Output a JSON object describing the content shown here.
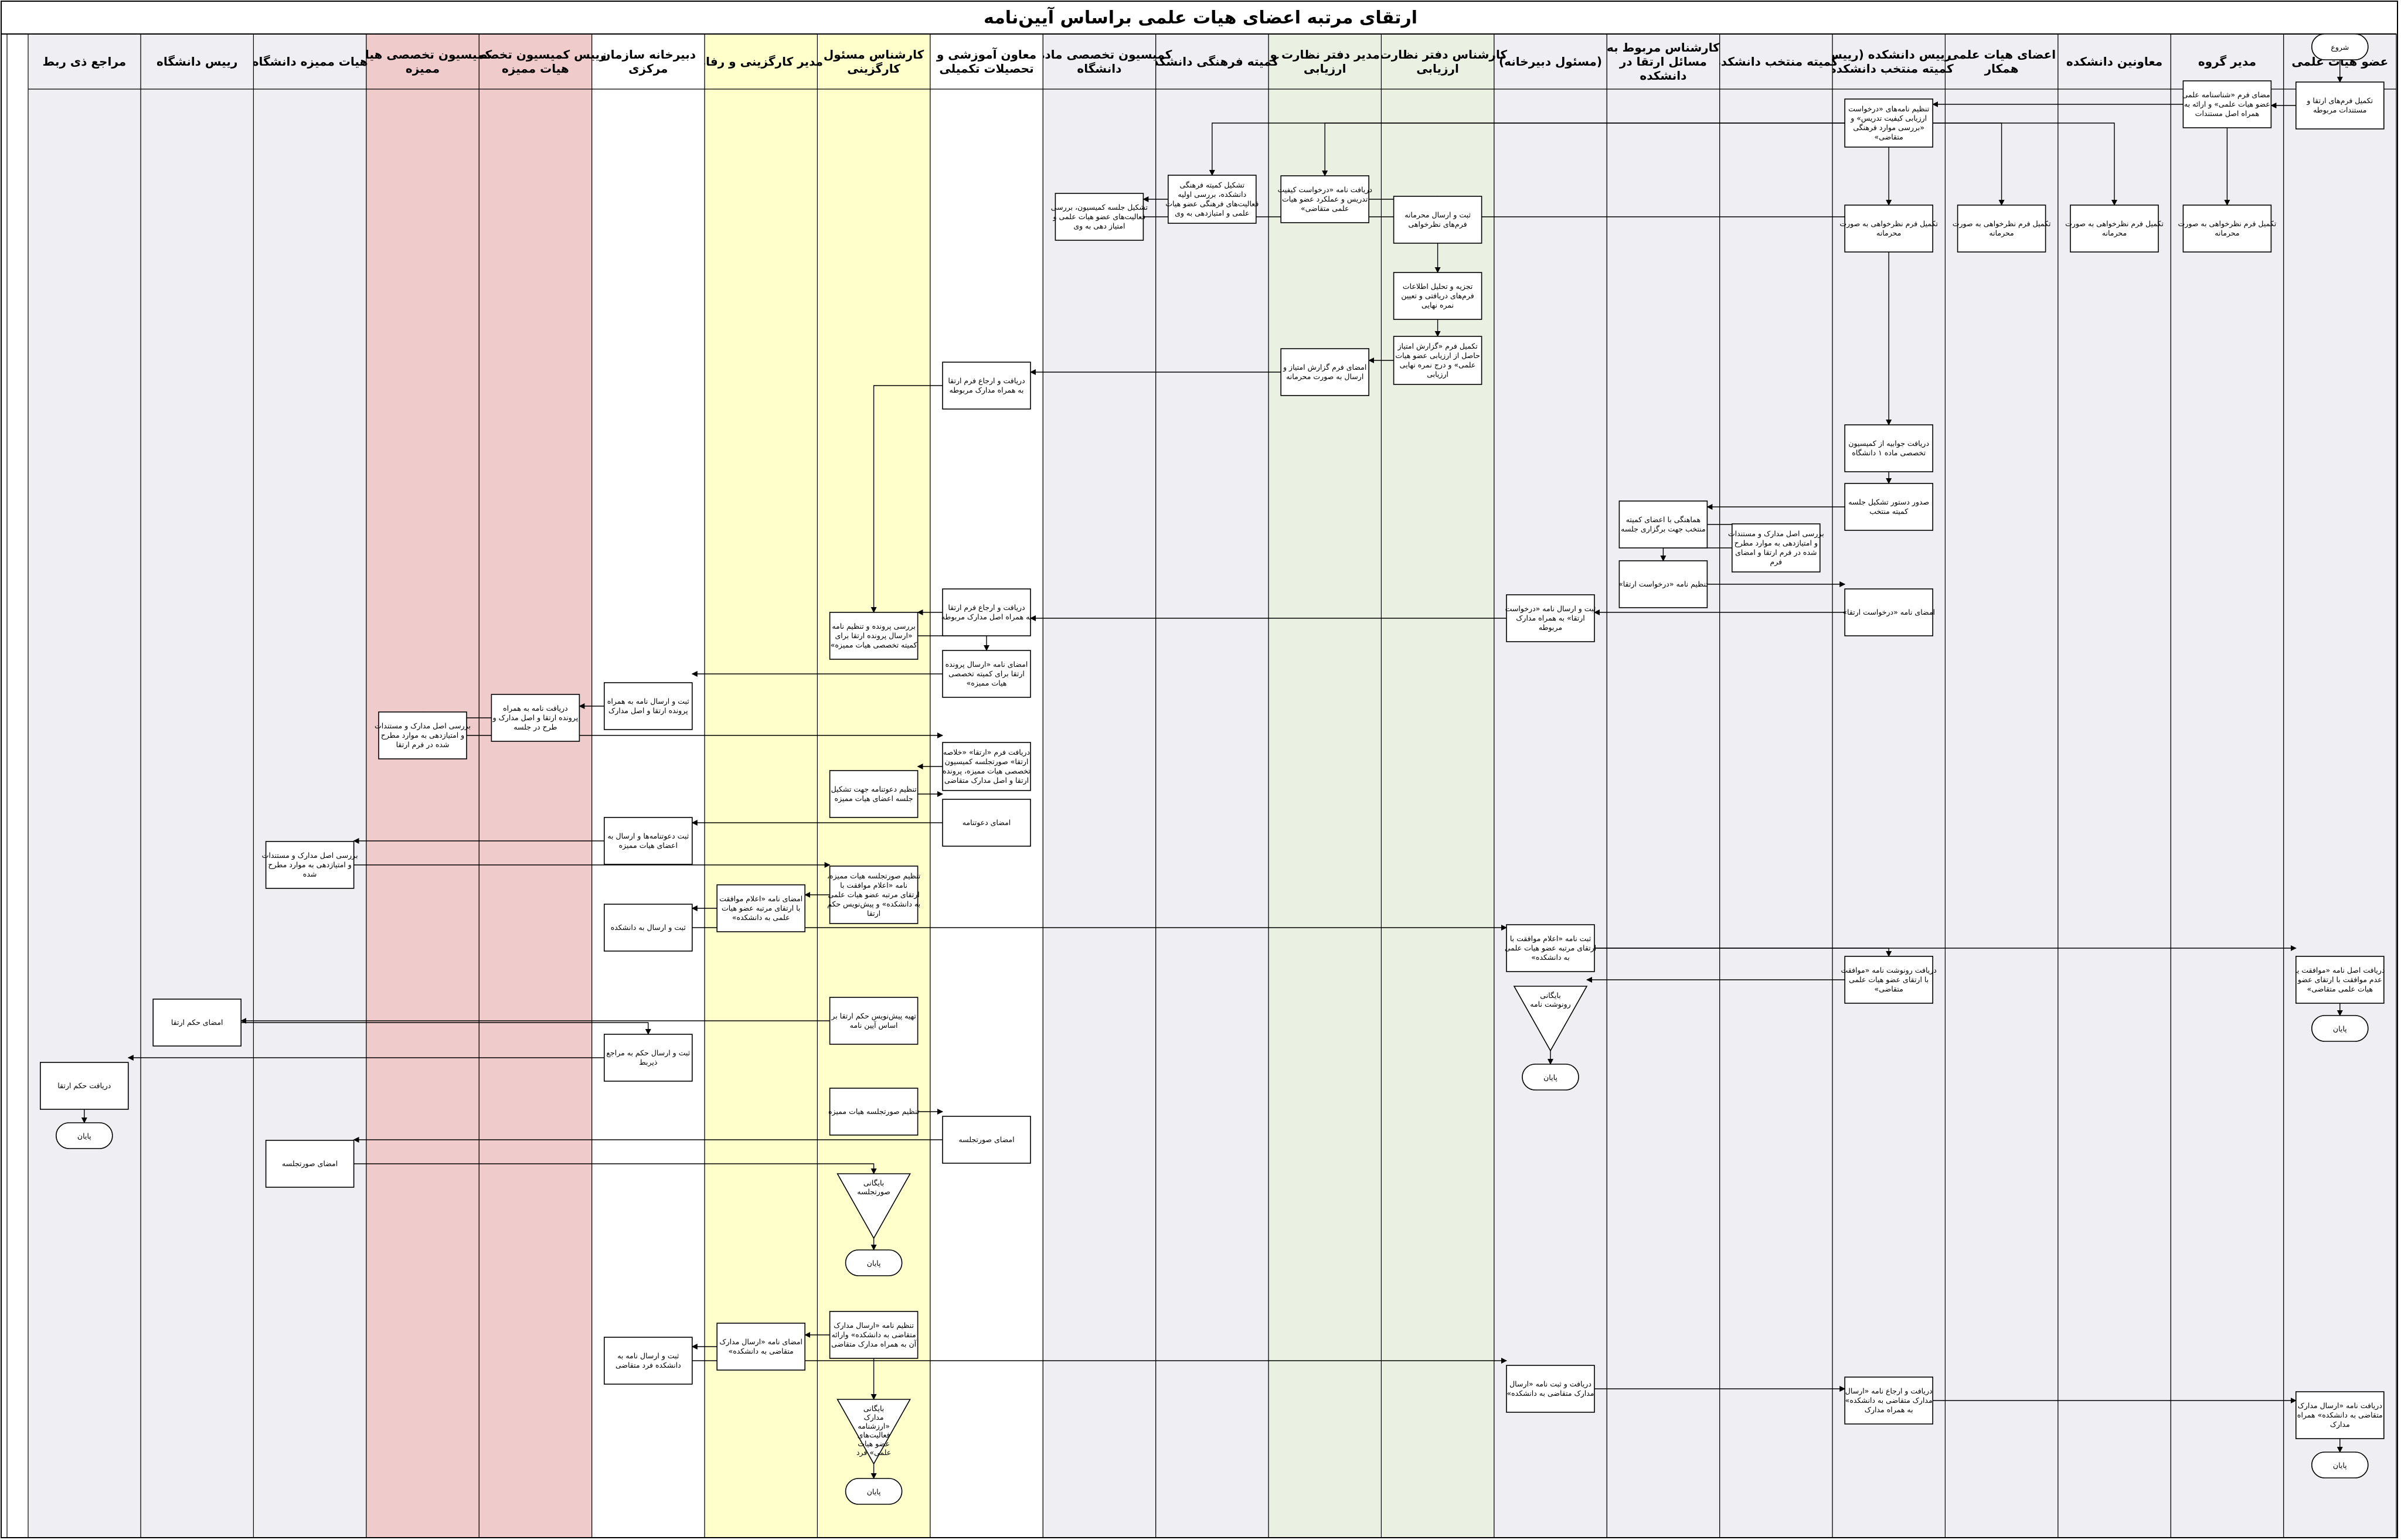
{
  "title": "ارتقای مرتبه اعضای هیات علمی براساس آیین‌نامه",
  "colors": {
    "lane_gray": "#efeef2",
    "lane_white": "#ffffff",
    "lane_green": "#ebf1e2",
    "lane_yellow": "#ffffcc",
    "lane_pink": "#efcccb",
    "line": "#000000"
  },
  "lanes": [
    {
      "key": "L1",
      "label": "عضو هیات علمی",
      "color": "lane_gray"
    },
    {
      "key": "L2",
      "label": "مدیر گروه",
      "color": "lane_gray"
    },
    {
      "key": "L3",
      "label": "معاونین دانشکده",
      "color": "lane_gray"
    },
    {
      "key": "L4",
      "label": "اعضای هیات علمی همکار",
      "color": "lane_gray"
    },
    {
      "key": "L5",
      "label": "رییس دانشکده (رییس کمیته منتخب دانشکده)",
      "color": "lane_gray"
    },
    {
      "key": "L6",
      "label": "کمیته منتخب دانشکده",
      "color": "lane_gray"
    },
    {
      "key": "L7",
      "label": "کارشناس مربوط به مسائل ارتقا در دانشکده",
      "color": "lane_gray"
    },
    {
      "key": "L8",
      "label": "(مسئول دبیرخانه)",
      "color": "lane_gray"
    },
    {
      "key": "L9",
      "label": "کارشناس دفتر نظارت و ارزیابی",
      "color": "lane_green"
    },
    {
      "key": "L10",
      "label": "مدیر دفتر نظارت و ارزیابی",
      "color": "lane_green"
    },
    {
      "key": "L11",
      "label": "کمیته فرهنگی دانشکده",
      "color": "lane_gray"
    },
    {
      "key": "L12",
      "label": "کمیسیون تخصصی ماده ۱ دانشگاه",
      "color": "lane_gray"
    },
    {
      "key": "L13",
      "label": "معاون آموزشی و تحصیلات تکمیلی",
      "color": "lane_white"
    },
    {
      "key": "L14",
      "label": "کارشناس مسئول کارگزینی",
      "color": "lane_yellow"
    },
    {
      "key": "L15",
      "label": "مدیر کارگزینی و رفاه",
      "color": "lane_yellow"
    },
    {
      "key": "L16",
      "label": "دبیرخانه سازمان مرکزی",
      "color": "lane_white"
    },
    {
      "key": "L17",
      "label": "رییس کمیسیون تخصصی هیات ممیزه",
      "color": "lane_pink"
    },
    {
      "key": "L18",
      "label": "کمیسیون تخصصی هیات ممیزه",
      "color": "lane_pink"
    },
    {
      "key": "L19",
      "label": "هیات ممیزه دانشگاه",
      "color": "lane_gray"
    },
    {
      "key": "L20",
      "label": "رییس دانشگاه",
      "color": "lane_gray"
    },
    {
      "key": "L21",
      "label": "مراجع ذی ربط",
      "color": "lane_gray"
    }
  ],
  "nodes": [
    {
      "id": "start",
      "type": "terminal",
      "lane": "L1",
      "label": "شروع"
    },
    {
      "id": "n1",
      "type": "process",
      "lane": "L1",
      "label": "تکمیل فرم‌های ارتقا و مستندات مربوطه"
    },
    {
      "id": "n2",
      "type": "process",
      "lane": "L2",
      "label": "امضای فرم «شناسنامه علمی عضو هیات علمی» و ارائه به همراه اصل مستندات"
    },
    {
      "id": "n3",
      "type": "process",
      "lane": "L5",
      "label": "تنظیم نامه‌های «درخواست ارزیابی کیفیت تدریس» و «بررسی موارد فرهنگی متقاضی»"
    },
    {
      "id": "n4",
      "type": "process",
      "lane": "L2",
      "label": "تکمیل فرم نظرخواهی به صورت محرمانه"
    },
    {
      "id": "n5",
      "type": "process",
      "lane": "L3",
      "label": "تکمیل فرم نظرخواهی به صورت محرمانه"
    },
    {
      "id": "n6",
      "type": "process",
      "lane": "L4",
      "label": "تکمیل فرم نظرخواهی به صورت محرمانه"
    },
    {
      "id": "n7",
      "type": "process",
      "lane": "L5",
      "label": "تکمیل فرم نظرخواهی به صورت محرمانه"
    },
    {
      "id": "n8",
      "type": "process",
      "lane": "L10",
      "label": "دریافت نامه «درخواست کیفیت تدریس و عملکرد عضو هیات علمی متقاضی»"
    },
    {
      "id": "n9",
      "type": "process",
      "lane": "L11",
      "label": "تشکیل کمیته فرهنگی دانشکده، بررسی اولیه فعالیت‌های فرهنگی عضو هیات علمی و امتیازدهی به وی"
    },
    {
      "id": "n10",
      "type": "process",
      "lane": "L12",
      "label": "تشکیل جلسه کمیسیون، بررسی فعالیت‌های عضو هیات علمی و امتیاز دهی به وی"
    },
    {
      "id": "n11",
      "type": "process",
      "lane": "L9",
      "label": "ثبت و ارسال محرمانه فرم‌های نظرخواهی"
    },
    {
      "id": "n12",
      "type": "process",
      "lane": "L9",
      "label": "تجزیه و تحلیل اطلاعات فرم‌های دریافتی و تعیین نمره نهایی"
    },
    {
      "id": "n13",
      "type": "process",
      "lane": "L9",
      "label": "تکمیل فرم «گزارش امتیاز حاصل از ارزیابی عضو هیات علمی» و درج نمره نهایی ارزیابی"
    },
    {
      "id": "n14",
      "type": "process",
      "lane": "L10",
      "label": "امضای فرم گزارش امتیاز و ارسال به صورت محرمانه"
    },
    {
      "id": "n15",
      "type": "process",
      "lane": "L13",
      "label": "دریافت و ارجاع فرم ارتقا به همراه مدارک مربوطه"
    },
    {
      "id": "n16",
      "type": "process",
      "lane": "L5",
      "label": "دریافت جوابیه از کمیسیون تخصصی ماده ۱ دانشگاه"
    },
    {
      "id": "n17",
      "type": "process",
      "lane": "L5",
      "label": "صدور دستور تشکیل جلسه کمیته منتخب"
    },
    {
      "id": "n18",
      "type": "process",
      "lane": "L7",
      "label": "هماهنگی با اعضای کمیته منتخب جهت برگزاری جلسه"
    },
    {
      "id": "n19",
      "type": "process",
      "lane": "L6",
      "label": "بررسی اصل مدارک و مستندات و امتیازدهی به موارد مطرح شده در فرم ارتقا و امضای فرم"
    },
    {
      "id": "n20",
      "type": "process",
      "lane": "L7",
      "label": "تنظیم نامه «درخواست ارتقا»"
    },
    {
      "id": "n21",
      "type": "process",
      "lane": "L5",
      "label": "امضای نامه «درخواست ارتقا»"
    },
    {
      "id": "n22",
      "type": "process",
      "lane": "L8",
      "label": "ثبت و ارسال نامه «درخواست ارتقا» به همراه مدارک مربوطه"
    },
    {
      "id": "n23",
      "type": "process",
      "lane": "L13",
      "label": "دریافت و ارجاع فرم ارتقا به همراه اصل مدارک مربوطه"
    },
    {
      "id": "n24",
      "type": "process",
      "lane": "L14",
      "label": "بررسی پرونده و تنظیم نامه «ارسال پرونده ارتقا برای کمیته تخصصی هیات ممیزه»"
    },
    {
      "id": "n25",
      "type": "process",
      "lane": "L13",
      "label": "امضای نامه «ارسال پرونده ارتقا برای کمیته تخصصی هیات ممیزه»"
    },
    {
      "id": "n26",
      "type": "process",
      "lane": "L16",
      "label": "ثبت و ارسال نامه به همراه پرونده ارتقا و اصل مدارک"
    },
    {
      "id": "n27",
      "type": "process",
      "lane": "L17",
      "label": "دریافت نامه به همراه پرونده ارتقا و اصل مدارک و طرح در جلسه"
    },
    {
      "id": "n28",
      "type": "process",
      "lane": "L18",
      "label": "بررسی اصل مدارک و مستندات و امتیازدهی به موارد مطرح شده در فرم ارتقا"
    },
    {
      "id": "n29",
      "type": "process",
      "lane": "L13",
      "label": "دریافت فرم «ارتقا» «خلاصه ارتقا» صورتجلسه کمیسیون تخصصی هیات ممیزه، پرونده ارتقا و اصل مدارک متقاضی"
    },
    {
      "id": "n30",
      "type": "process",
      "lane": "L14",
      "label": "تنظیم دعوتنامه جهت تشکیل جلسه اعضای هیات ممیزه"
    },
    {
      "id": "n31",
      "type": "process",
      "lane": "L13",
      "label": "امضای دعوتنامه"
    },
    {
      "id": "n32",
      "type": "process",
      "lane": "L16",
      "label": "ثبت دعوتنامه‌ها و ارسال به اعضای هیات ممیزه"
    },
    {
      "id": "n33",
      "type": "process",
      "lane": "L19",
      "label": "بررسی اصل مدارک و مستندات و امتیازدهی به موارد مطرح شده"
    },
    {
      "id": "n34",
      "type": "process",
      "lane": "L14",
      "label": "تنظیم صورتجلسه هیات ممیزه، نامه «اعلام موافقت با ارتقای مرتبه عضو هیات علمی به دانشکده» و پیش‌نویس حکم ارتقا"
    },
    {
      "id": "n35",
      "type": "process",
      "lane": "L15",
      "label": "امضای نامه «اعلام موافقت با ارتقای مرتبه عضو هیات علمی به دانشکده»"
    },
    {
      "id": "n36",
      "type": "process",
      "lane": "L16",
      "label": "ثبت و ارسال به دانشکده"
    },
    {
      "id": "n37",
      "type": "process",
      "lane": "L8",
      "label": "ثبت نامه «اعلام موافقت با ارتقای مرتبه عضو هیات علمی به دانشکده»"
    },
    {
      "id": "n38",
      "type": "process",
      "lane": "L5",
      "label": "دریافت رونوشت نامه «موافقت با ارتقای عضو هیات علمی متقاضی»"
    },
    {
      "id": "n39",
      "type": "process",
      "lane": "L1",
      "label": "دریافت اصل نامه «موافقت یا عدم موافقت با ارتقای عضو هیات علمی متقاضی»"
    },
    {
      "id": "end1",
      "type": "terminal",
      "lane": "L1",
      "label": "پایان"
    },
    {
      "id": "arch1",
      "type": "archive",
      "lane": "L8",
      "label": "بایگانی رونوشت نامه"
    },
    {
      "id": "end2",
      "type": "terminal",
      "lane": "L8",
      "label": "پایان"
    },
    {
      "id": "n40",
      "type": "process",
      "lane": "L14",
      "label": "تهیه پیش‌نویس حکم ارتقا بر اساس آیین نامه"
    },
    {
      "id": "n41",
      "type": "process",
      "lane": "L20",
      "label": "امضای حکم ارتقا"
    },
    {
      "id": "n42",
      "type": "process",
      "lane": "L16",
      "label": "ثبت و ارسال حکم به مراجع ذیربط"
    },
    {
      "id": "n43",
      "type": "process",
      "lane": "L21",
      "label": "دریافت حکم ارتقا"
    },
    {
      "id": "end3",
      "type": "terminal",
      "lane": "L21",
      "label": "پایان"
    },
    {
      "id": "n44",
      "type": "process",
      "lane": "L14",
      "label": "تنظیم صورتجلسه هیات ممیزه"
    },
    {
      "id": "n45",
      "type": "process",
      "lane": "L13",
      "label": "امضای صورتجلسه"
    },
    {
      "id": "n46",
      "type": "process",
      "lane": "L19",
      "label": "امضای صورتجلسه"
    },
    {
      "id": "arch2",
      "type": "archive",
      "lane": "L14",
      "label": "بایگانی صورتجلسه"
    },
    {
      "id": "end4",
      "type": "terminal",
      "lane": "L14",
      "label": "پایان"
    },
    {
      "id": "n47",
      "type": "process",
      "lane": "L14",
      "label": "تنظیم نامه «ارسال مدارک متقاضی به دانشکده» وارائه آن به همراه مدارک متقاضی"
    },
    {
      "id": "n48",
      "type": "process",
      "lane": "L15",
      "label": "امضای نامه «ارسال مدارک متقاضی به دانشکده»"
    },
    {
      "id": "n49",
      "type": "process",
      "lane": "L16",
      "label": "ثبت و ارسال نامه به دانشکده فرد متقاضی"
    },
    {
      "id": "n50",
      "type": "process",
      "lane": "L8",
      "label": "دریافت و ثبت نامه «ارسال مدارک متقاضی به دانشکده»"
    },
    {
      "id": "n51",
      "type": "process",
      "lane": "L5",
      "label": "دریافت و ارجاع نامه «ارسال مدارک متقاضی به دانشکده» به همراه مدارک"
    },
    {
      "id": "n52",
      "type": "process",
      "lane": "L1",
      "label": "دریافت نامه «ارسال مدارک متقاضی به دانشکده» همراه مدارک"
    },
    {
      "id": "end5",
      "type": "terminal",
      "lane": "L1",
      "label": "پایان"
    },
    {
      "id": "arch3",
      "type": "archive",
      "lane": "L14",
      "label": "بایگانی مدارک «ارزشنامه فعالیت‌های عضو هیات علمی» فرد متقاضی"
    },
    {
      "id": "end6",
      "type": "terminal",
      "lane": "L14",
      "label": "پایان"
    }
  ]
}
